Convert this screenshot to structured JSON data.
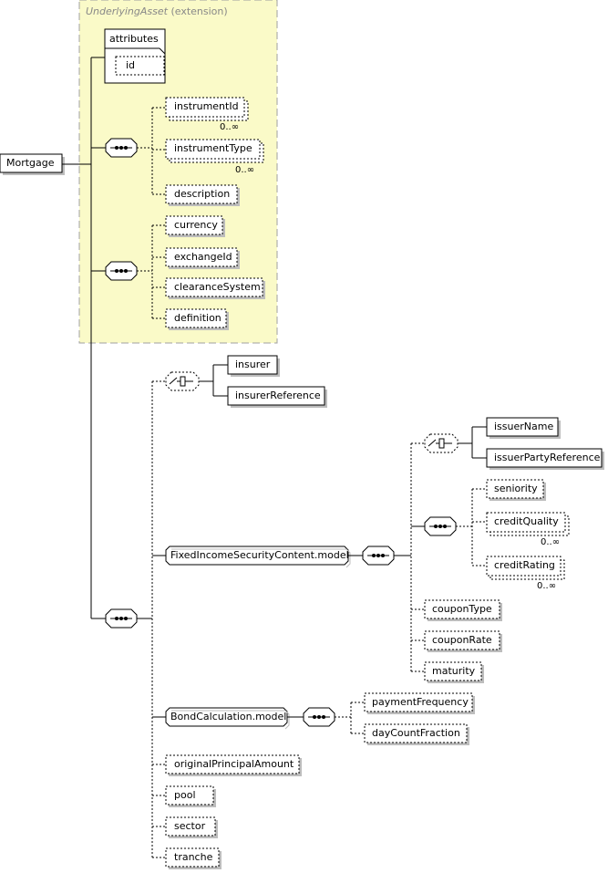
{
  "extension": {
    "base": "UnderlyingAsset",
    "suffix": "(extension)",
    "attributes_label": "attributes",
    "attribute_id": "id"
  },
  "root": "Mortgage",
  "elements": {
    "instrumentId": "instrumentId",
    "instrumentType": "instrumentType",
    "description": "description",
    "currency": "currency",
    "exchangeId": "exchangeId",
    "clearanceSystem": "clearanceSystem",
    "definition": "definition",
    "insurer": "insurer",
    "insurerReference": "insurerReference",
    "issuerName": "issuerName",
    "issuerPartyReference": "issuerPartyReference",
    "seniority": "seniority",
    "creditQuality": "creditQuality",
    "creditRating": "creditRating",
    "fixedIncomeModel": "FixedIncomeSecurityContent.model",
    "couponType": "couponType",
    "couponRate": "couponRate",
    "maturity": "maturity",
    "bondCalcModel": "BondCalculation.model",
    "paymentFrequency": "paymentFrequency",
    "dayCountFraction": "dayCountFraction",
    "originalPrincipalAmount": "originalPrincipalAmount",
    "pool": "pool",
    "sector": "sector",
    "tranche": "tranche"
  },
  "cardinality": {
    "instrumentId": "0..∞",
    "instrumentType": "0..∞",
    "creditQuality": "0..∞",
    "creditRating": "0..∞"
  },
  "colors": {
    "extension_fill": "#fafac8",
    "extension_border": "#a0a0a0",
    "shadow": "#bdbdbd",
    "line": "#000000"
  }
}
